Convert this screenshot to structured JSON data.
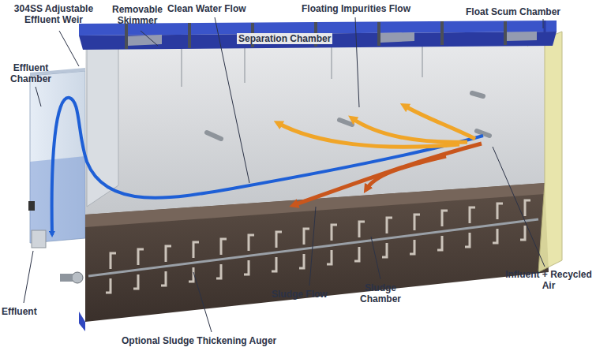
{
  "diagram": {
    "labels": [
      "304SS Adjustable Effluent Weir",
      "Removable Skimmer",
      "Clean Water Flow",
      "Floating Impurities Flow",
      "Float Scum Chamber",
      "Separation Chamber",
      "Effluent Chamber",
      "Influent + Recycled Air",
      "Sludge Flow",
      "Sludge Chamber",
      "Effluent",
      "Optional Sludge Thickening Auger"
    ]
  }
}
